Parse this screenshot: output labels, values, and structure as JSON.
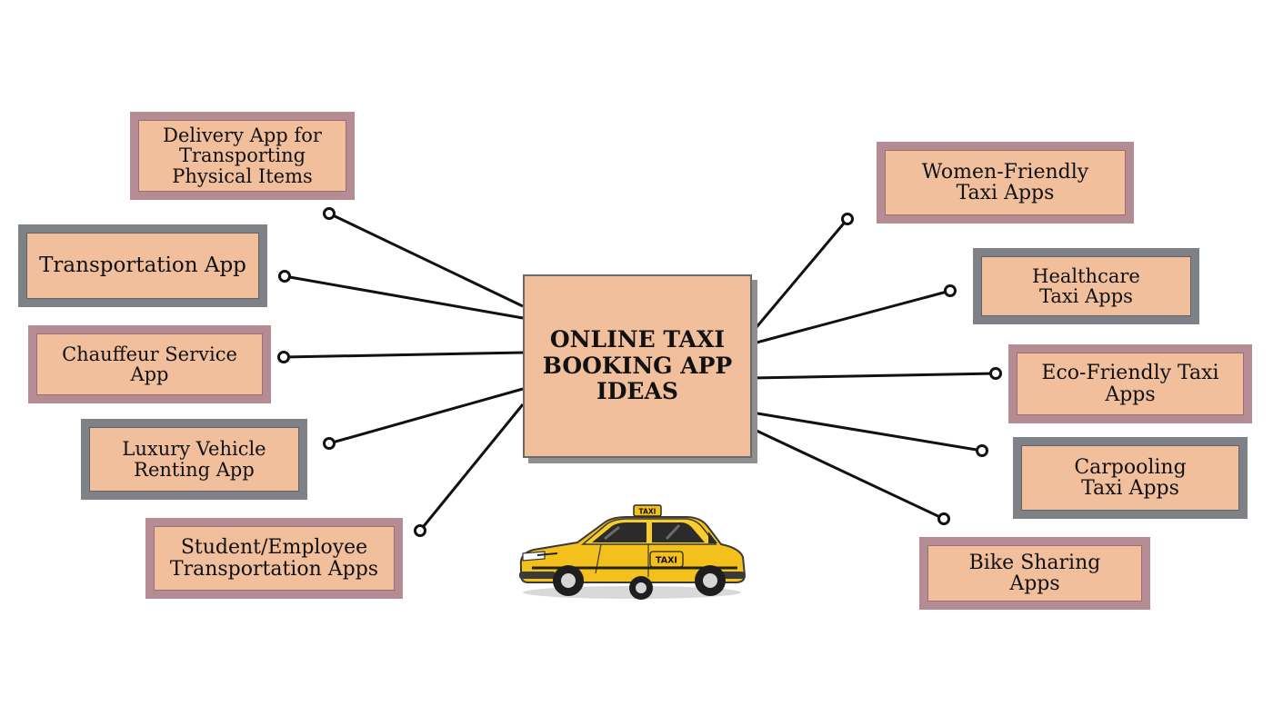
{
  "center": {
    "title": "ONLINE TAXI\nBOOKING APP\nIDEAS"
  },
  "left_ideas": [
    {
      "label": "Delivery App for\nTransporting\nPhysical Items"
    },
    {
      "label": "Transportation App"
    },
    {
      "label": "Chauffeur Service\nApp"
    },
    {
      "label": "Luxury Vehicle\nRenting App"
    },
    {
      "label": "Student/Employee\nTransportation Apps"
    }
  ],
  "right_ideas": [
    {
      "label": "Women-Friendly\nTaxi Apps"
    },
    {
      "label": "Healthcare\nTaxi Apps"
    },
    {
      "label": "Eco-Friendly Taxi\nApps"
    },
    {
      "label": "Carpooling\nTaxi Apps"
    },
    {
      "label": "Bike Sharing\nApps"
    }
  ],
  "taxi": {
    "roof_sign": "TAXI",
    "door_sign": "TAXI"
  },
  "colors": {
    "box_fill": "#f1bf9c",
    "mauve_border": "#b58c93",
    "slate_border": "#7e8286",
    "taxi_yellow": "#f3c01c"
  }
}
